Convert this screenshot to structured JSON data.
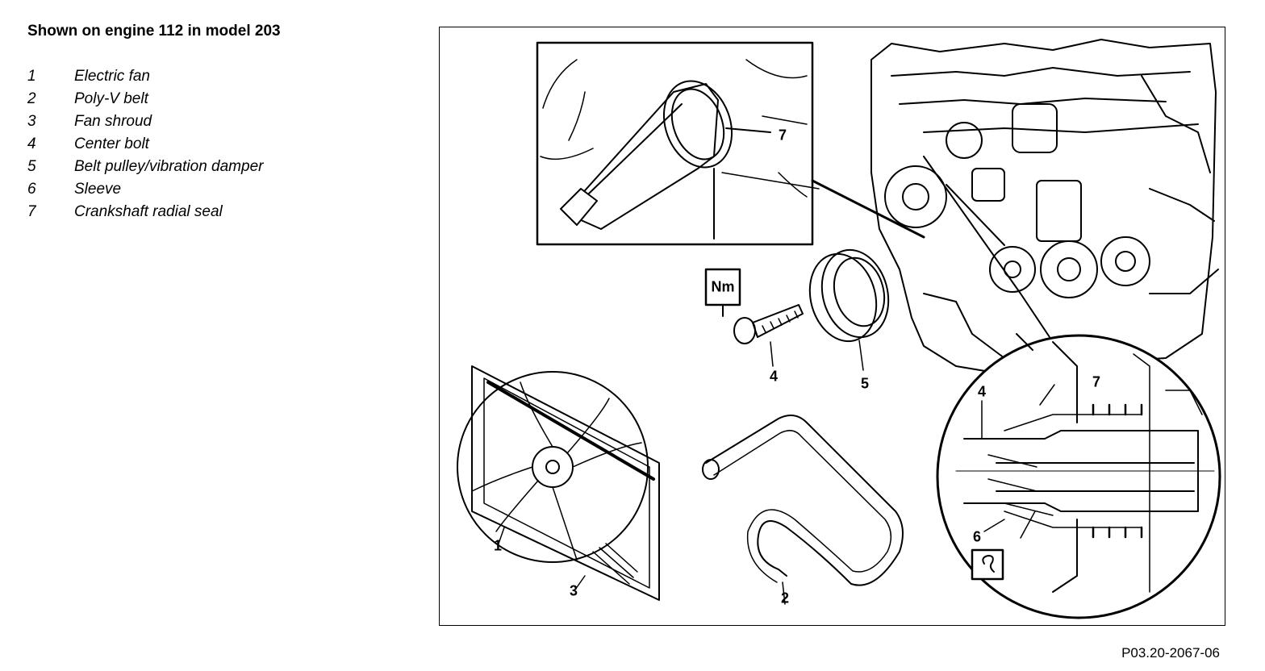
{
  "title": "Shown on engine 112 in model 203",
  "legend": [
    {
      "num": "1",
      "text": "Electric fan"
    },
    {
      "num": "2",
      "text": "Poly-V belt"
    },
    {
      "num": "3",
      "text": "Fan shroud"
    },
    {
      "num": "4",
      "text": "Center bolt"
    },
    {
      "num": "5",
      "text": "Belt pulley/vibration damper"
    },
    {
      "num": "6",
      "text": "Sleeve"
    },
    {
      "num": "7",
      "text": "Crankshaft radial seal"
    }
  ],
  "figure": {
    "torque_symbol": "Nm",
    "callouts": {
      "c1": "1",
      "c2": "2",
      "c3": "3",
      "c4": "4",
      "c5": "5",
      "c4_detail": "4",
      "c6": "6",
      "c7_detail": "7",
      "c7_top": "7"
    },
    "code": "P03.20-2067-06"
  }
}
